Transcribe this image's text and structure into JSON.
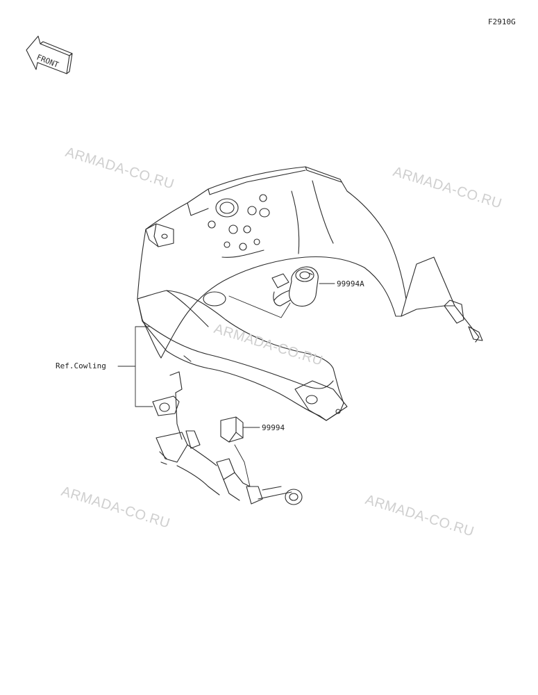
{
  "figure_code": "F2910G",
  "front_label": "FRONT",
  "callouts": {
    "accessory_socket": "99994A",
    "connector": "99994",
    "cowling_ref": "Ref.Cowling"
  },
  "watermarks": [
    "ARMADA-CO.RU",
    "ARMADA-CO.RU",
    "ARMADA-CO.RU",
    "ARMADA-CO.RU",
    "ARMADA-CO.RU"
  ],
  "colors": {
    "line": "#2a2a2a",
    "watermark": "#cfcfcf"
  }
}
